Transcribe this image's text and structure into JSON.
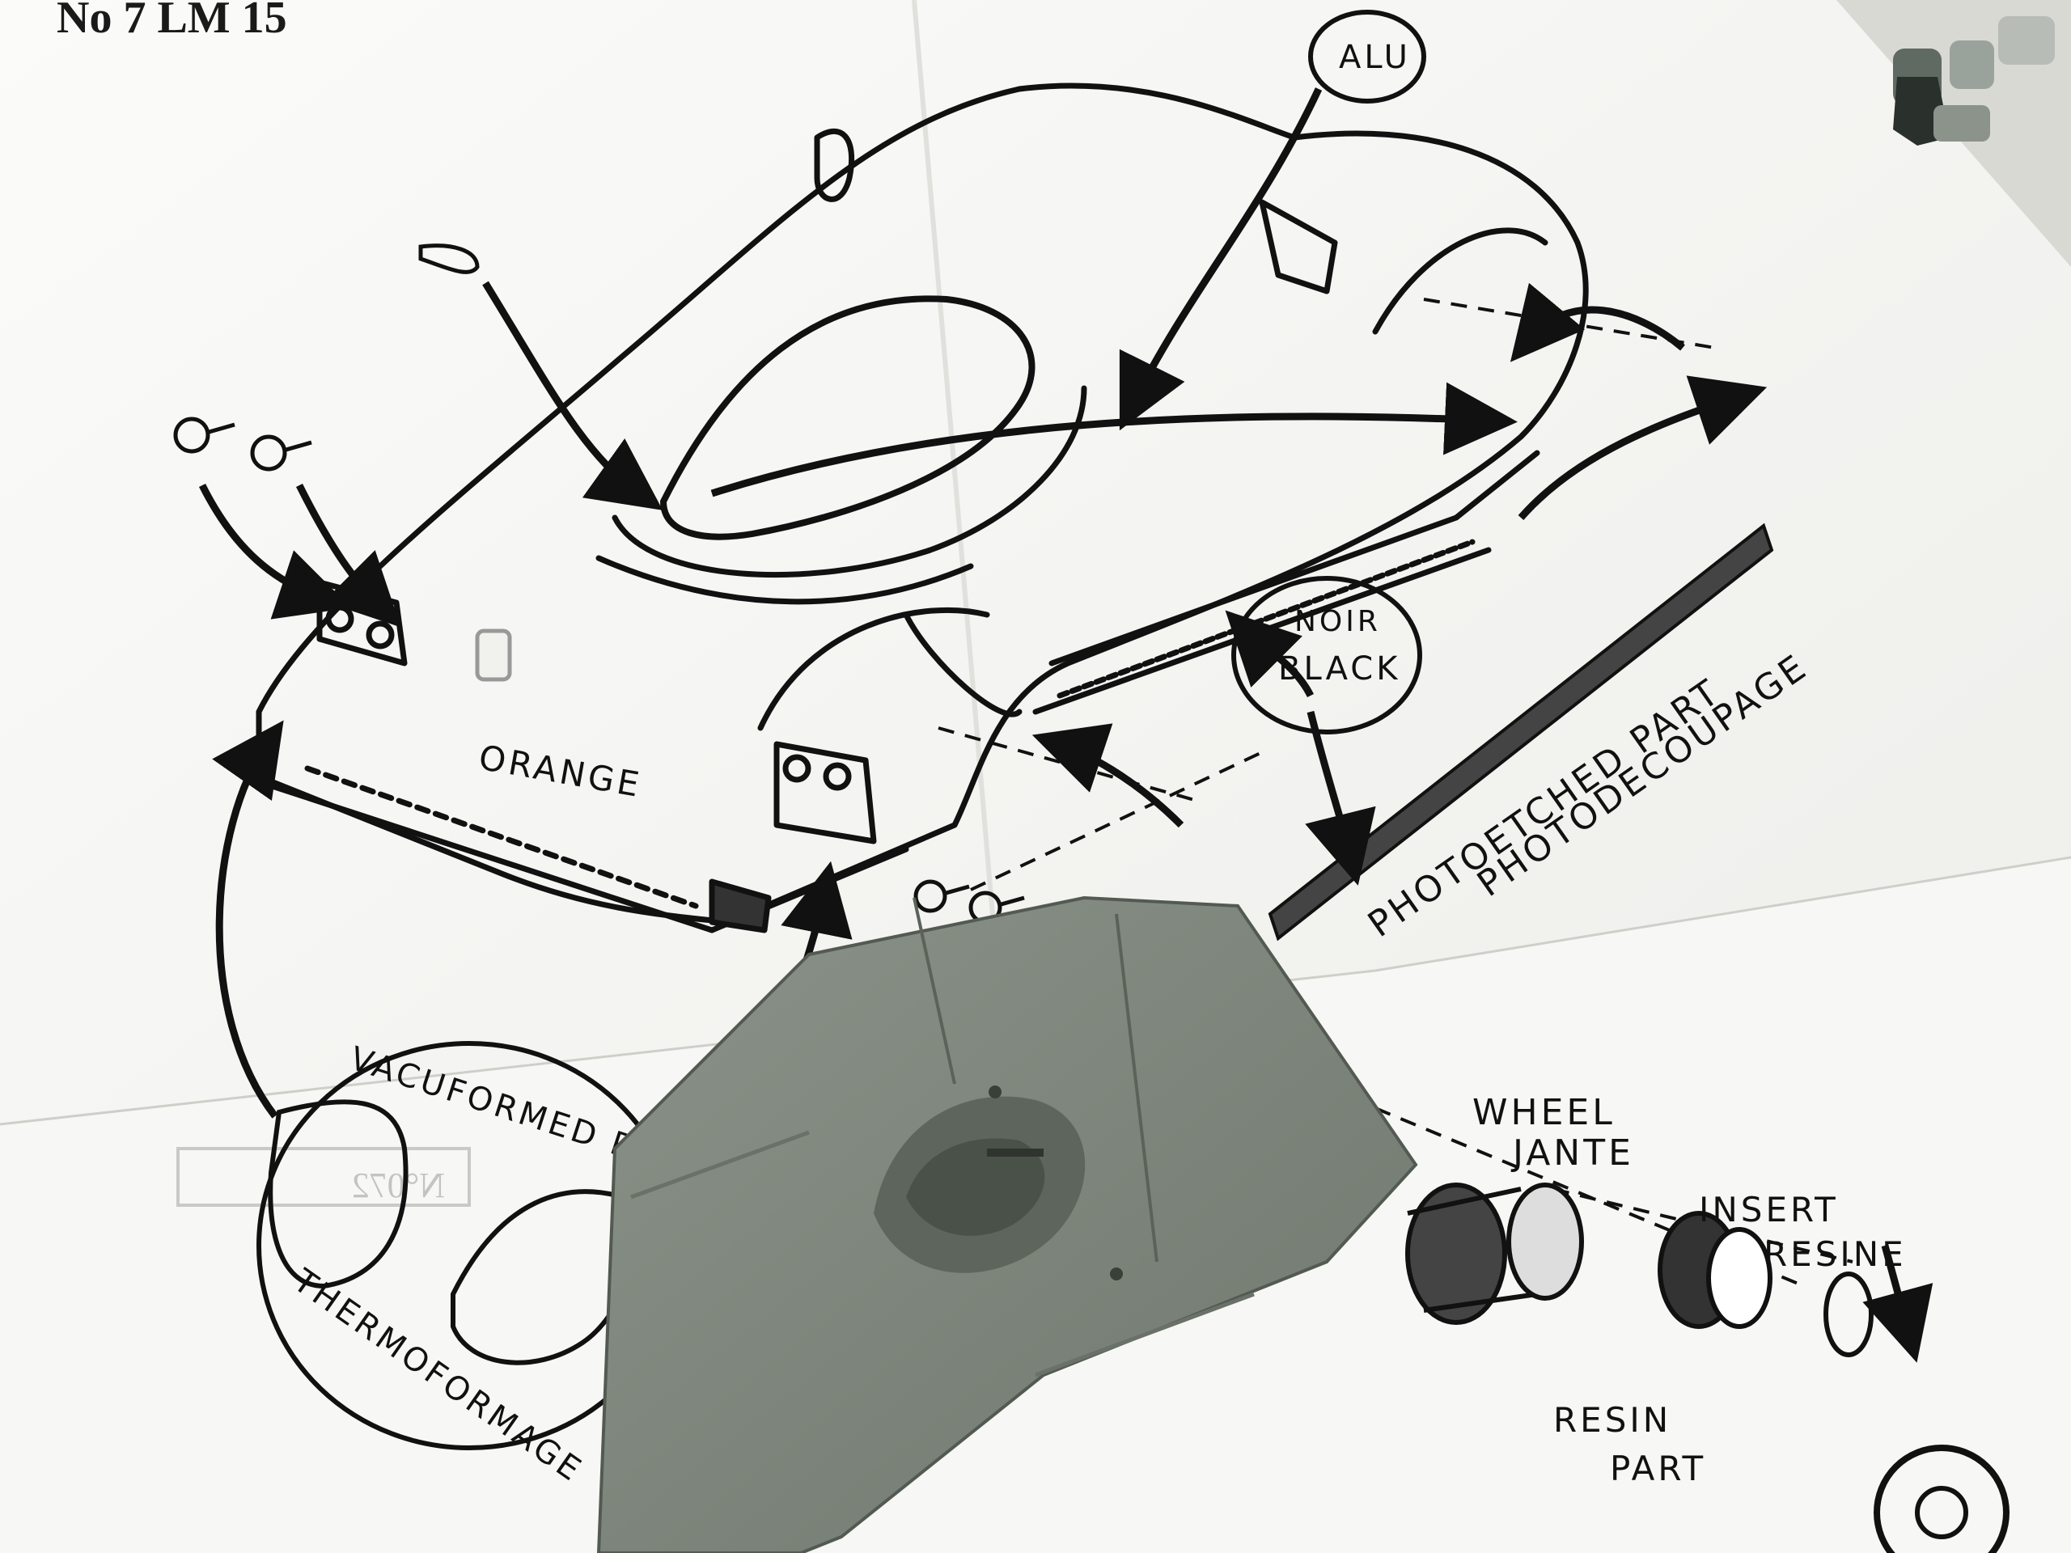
{
  "sheet_header": "No 7 LM 15",
  "reverse_ref": "N°072",
  "callouts": {
    "alu": "ALU",
    "noir": "NOIR",
    "black": "BLACK",
    "orange": "ORANGE",
    "photoetched_en": "PHOTOETCHED PART",
    "photoetched_fr": "PHOTODECOUPAGE",
    "vacuformed": "VACUFORMED PARTS",
    "thermoformage": "THERMOFORMAGE",
    "wheel": "WHEEL",
    "jante": "JANTE",
    "insert": "INSERT",
    "resine": "RESINE",
    "resin": "RESIN",
    "part": "PART"
  },
  "colors": {
    "paper": "#ffffff",
    "ink": "#111111",
    "resin_grey": "#7f877d",
    "background": "#d9d9d4"
  }
}
